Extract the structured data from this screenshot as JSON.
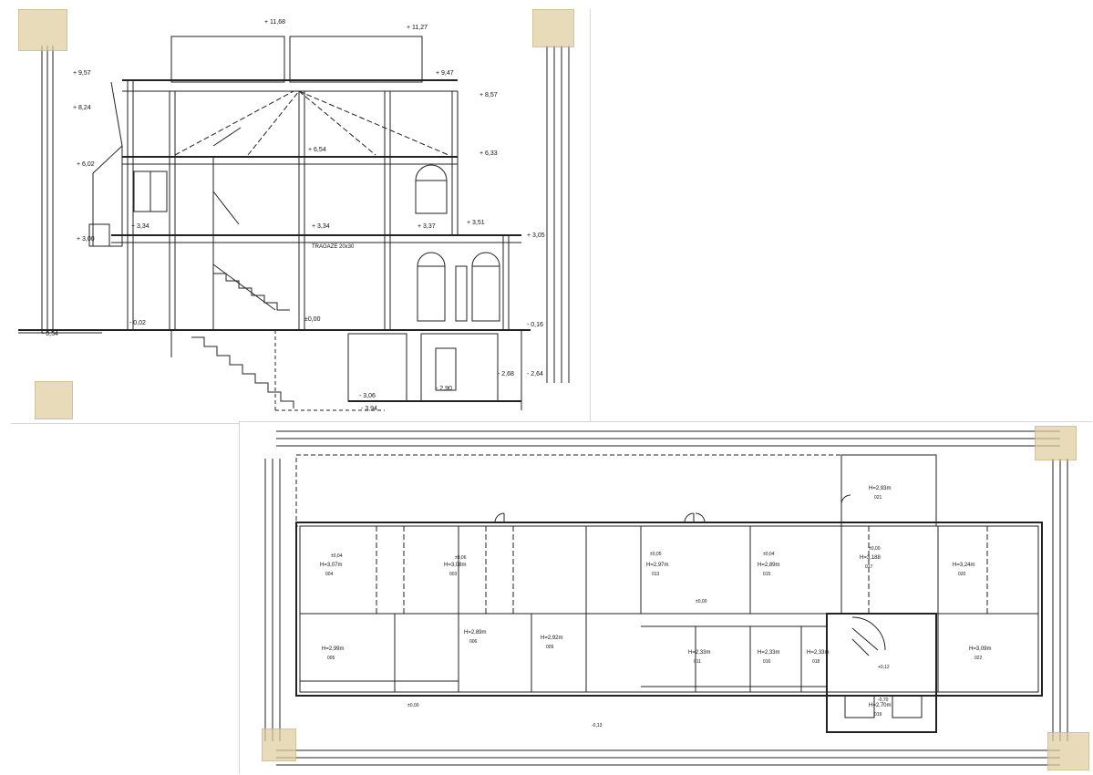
{
  "section": {
    "elevations": [
      {
        "id": "ridge",
        "text": "+ 11,68"
      },
      {
        "id": "ridge-right",
        "text": "+ 11,27"
      },
      {
        "id": "eave-left",
        "text": "+ 9,57"
      },
      {
        "id": "eave-right",
        "text": "+ 9,47"
      },
      {
        "id": "attic-left",
        "text": "+ 8,24"
      },
      {
        "id": "attic-right",
        "text": "+ 8,57"
      },
      {
        "id": "floor2-mid",
        "text": "+ 6,54"
      },
      {
        "id": "floor2-right",
        "text": "+ 6,33"
      },
      {
        "id": "floor2-left",
        "text": "+ 6,02"
      },
      {
        "id": "floor1-a",
        "text": "+ 3,34"
      },
      {
        "id": "floor1-b",
        "text": "+ 3,34"
      },
      {
        "id": "floor1-c",
        "text": "+ 3,37"
      },
      {
        "id": "floor1-d",
        "text": "+ 3,51"
      },
      {
        "id": "floor1-left",
        "text": "+ 3,00"
      },
      {
        "id": "floor1-right",
        "text": "+ 3,05"
      },
      {
        "id": "ground",
        "text": "±0,00"
      },
      {
        "id": "ground-l1",
        "text": "- 0,02"
      },
      {
        "id": "ground-l2",
        "text": "- 0,54"
      },
      {
        "id": "ground-r",
        "text": "- 0,16"
      },
      {
        "id": "base-1",
        "text": "- 3,06"
      },
      {
        "id": "base-2",
        "text": "- 2,90"
      },
      {
        "id": "base-3",
        "text": "- 2,68"
      },
      {
        "id": "base-4",
        "text": "- 2,64"
      },
      {
        "id": "base-5",
        "text": "- 3,94"
      }
    ],
    "note": "TRAGAZE 20x30"
  },
  "plan": {
    "rooms": [
      {
        "h": "H=3,07m",
        "num": "004"
      },
      {
        "h": "H=3,08m",
        "num": "003"
      },
      {
        "h": "H=2,97m",
        "num": "013"
      },
      {
        "h": "H=2,89m",
        "num": "015"
      },
      {
        "h": "H=3,188",
        "num": "017"
      },
      {
        "h": "H=3,24m",
        "num": "020"
      },
      {
        "h": "H=2,93m",
        "num": "021"
      },
      {
        "h": "H=2,99m",
        "num": "005"
      },
      {
        "h": "H=2,89m",
        "num": "006"
      },
      {
        "h": "H=2,92m",
        "num": "009"
      },
      {
        "h": "H=2,33m",
        "num": "011"
      },
      {
        "h": "H=2,33m",
        "num": "016"
      },
      {
        "h": "H=2,33m",
        "num": "018"
      },
      {
        "h": "H=3,09m",
        "num": "022"
      },
      {
        "h": "H=2,70m",
        "num": "019"
      }
    ],
    "levels": [
      "±0,04",
      "±0,06",
      "±0,05",
      "±0,04",
      "±0,00",
      "±0,00",
      "+0,12",
      "-0,70",
      "-0,13",
      "±0,00"
    ]
  }
}
